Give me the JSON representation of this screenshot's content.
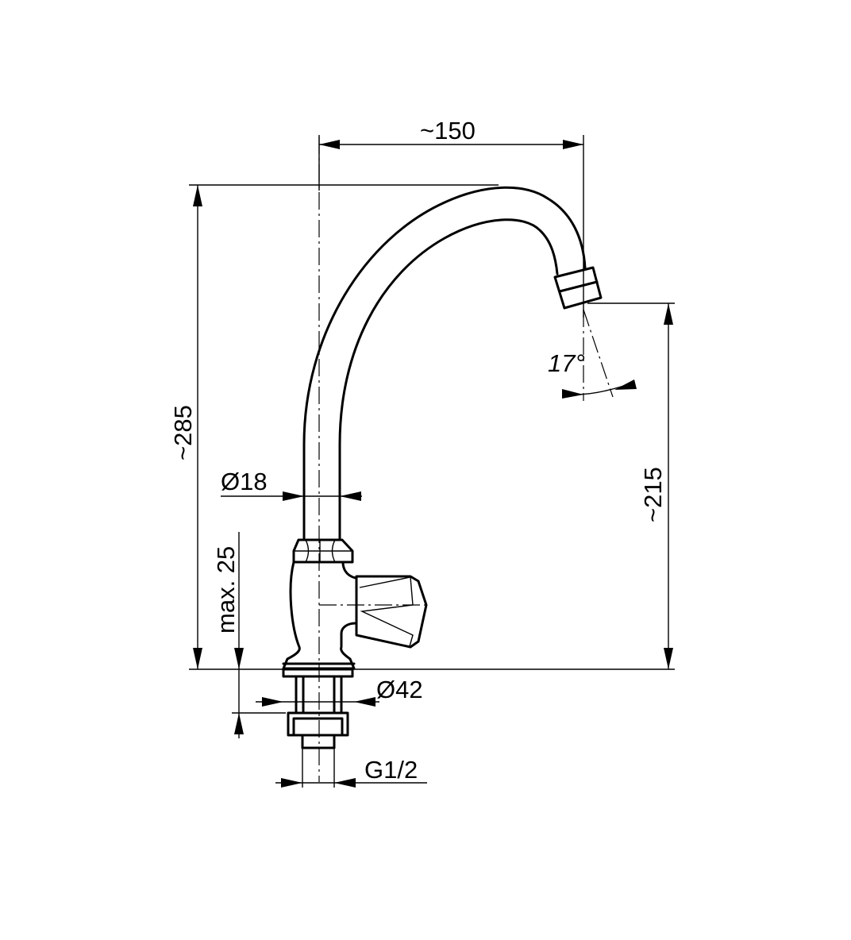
{
  "labels": {
    "width": "~150",
    "height_total": "~285",
    "height_spout": "~215",
    "angle": "17°",
    "spout_diameter": "Ø18",
    "max_thickness": "max. 25",
    "base_diameter": "Ø42",
    "thread": "G1/2"
  }
}
